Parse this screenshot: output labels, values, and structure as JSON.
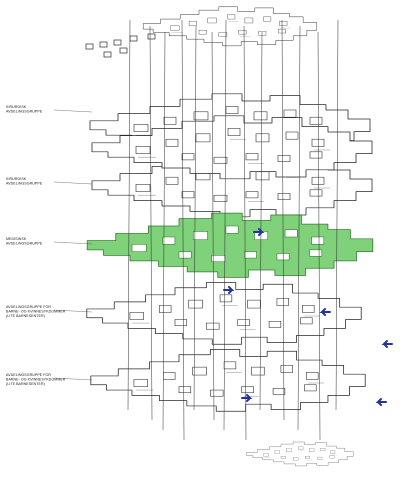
{
  "diagram": {
    "floors": [
      {
        "id": "top",
        "label_lines": [],
        "highlighted": false
      },
      {
        "id": "kirurgisk-1",
        "label_lines": [
          "KIRURGISK",
          "AVDELINGSGRUPPE"
        ],
        "highlighted": false
      },
      {
        "id": "kirurgisk-2",
        "label_lines": [
          "KIRURGISK",
          "AVDELINGSGRUPPE"
        ],
        "highlighted": false
      },
      {
        "id": "mid",
        "label_lines": [],
        "highlighted": false
      },
      {
        "id": "medisinsk",
        "label_lines": [
          "MEDISINSK",
          "AVDELINGSGRUPPE"
        ],
        "highlighted": true
      },
      {
        "id": "barn-1",
        "label_lines": [
          "AVDELINGSGRUPPE FOR",
          "BARNE- OG KVINNESYKDOMMER",
          "(LITE BARNESENTER)"
        ],
        "highlighted": false
      },
      {
        "id": "barn-2",
        "label_lines": [
          "AVDELINGSGRUPPE FOR",
          "BARNE- OG KVINNESYKDOMMER",
          "(LITE BARNESENTER)"
        ],
        "highlighted": false
      },
      {
        "id": "base",
        "label_lines": [],
        "highlighted": false
      }
    ],
    "colors": {
      "highlight": "#7fd17a",
      "highlight_stroke": "#2f7d2c",
      "line": "#2a2a2a",
      "arrow": "#23359a",
      "background": "#ffffff"
    }
  }
}
